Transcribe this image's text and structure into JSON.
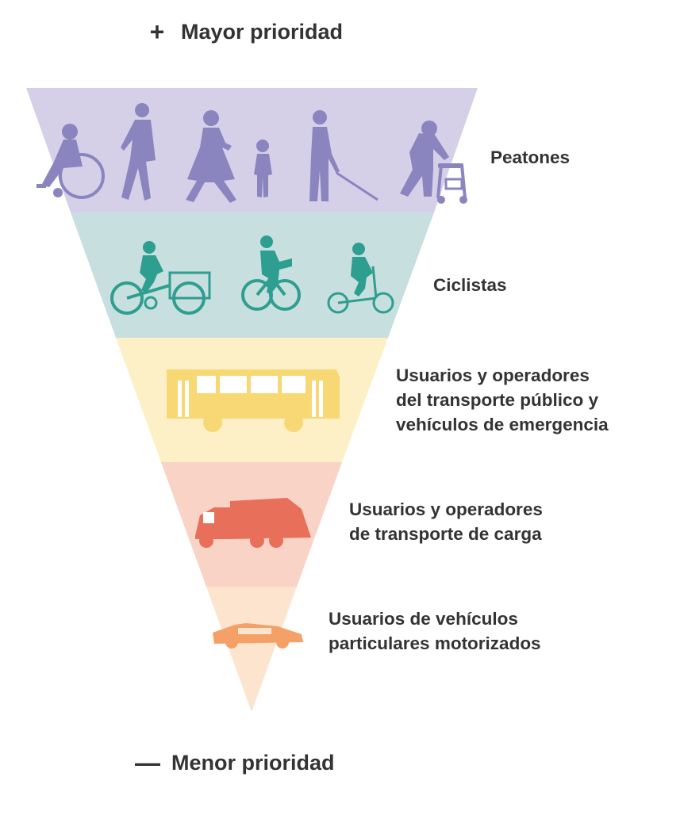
{
  "header": {
    "top_sign": "+",
    "top_label": "Mayor prioridad",
    "bottom_sign": "—",
    "bottom_label": "Menor prioridad"
  },
  "tiers": [
    {
      "lines": [
        "Peatones"
      ],
      "color": "#d5d0e8",
      "icon_color": "#8b85bf",
      "icons": [
        "wheelchair-user-icon",
        "walking-man-icon",
        "walking-woman-icon",
        "child-icon",
        "blind-person-cane-icon",
        "elderly-walker-icon"
      ]
    },
    {
      "lines": [
        "Ciclistas"
      ],
      "color": "#c7dfdf",
      "icon_color": "#2e9e90",
      "icons": [
        "cargo-tricycle-icon",
        "cyclist-icon",
        "folding-bike-icon"
      ]
    },
    {
      "lines": [
        "Usuarios y operadores",
        "del transporte público y",
        "vehículos de emergencia"
      ],
      "color": "#fdf0c6",
      "icon_color": "#f7d874",
      "icons": [
        "bus-icon"
      ]
    },
    {
      "lines": [
        "Usuarios y operadores",
        "de transporte de carga"
      ],
      "color": "#f8d3c6",
      "icon_color": "#e8705a",
      "icons": [
        "garbage-truck-icon"
      ]
    },
    {
      "lines": [
        "Usuarios de vehículos",
        "particulares motorizados"
      ],
      "color": "#fde4cf",
      "icon_color": "#f5a066",
      "icons": [
        "car-icon"
      ]
    }
  ]
}
